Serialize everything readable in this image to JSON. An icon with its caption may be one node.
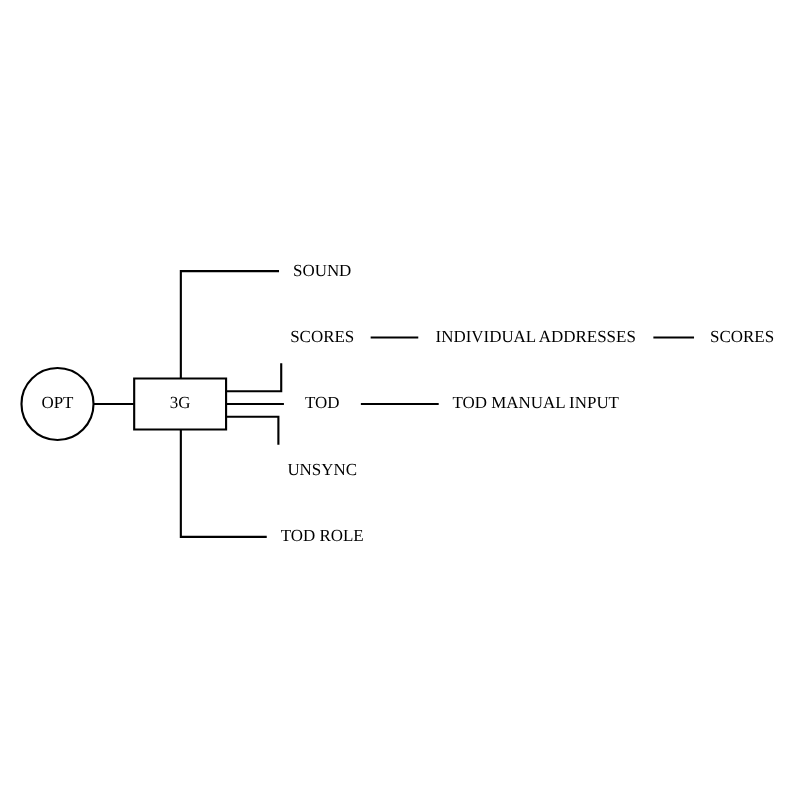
{
  "diagram": {
    "nodes": [
      {
        "text": [
          "OPT"
        ]
      },
      {
        "text": [
          "3G"
        ]
      },
      {
        "text": [
          "SOUND"
        ]
      },
      {
        "text": [
          "SCORES"
        ]
      },
      {
        "text": [
          "INDIVIDUAL ADDRESSES"
        ]
      },
      {
        "text": [
          "SCORES"
        ]
      },
      {
        "text": [
          "TOD"
        ]
      },
      {
        "text": [
          "TOD MANUAL INPUT"
        ]
      },
      {
        "text": [
          "UNSYNC"
        ]
      },
      {
        "text": [
          "TOD ROLE"
        ]
      }
    ],
    "edges": [
      {
        "from": 0,
        "to": 1,
        "arrow": "none"
      },
      {
        "from": 1,
        "to": 2,
        "arrow": "none"
      },
      {
        "from": 1,
        "to": 3,
        "arrow": "none"
      },
      {
        "from": 3,
        "to": 4,
        "arrow": "none"
      },
      {
        "from": 4,
        "to": 5,
        "arrow": "none"
      },
      {
        "from": 1,
        "to": 6,
        "arrow": "none"
      },
      {
        "from": 6,
        "to": 7,
        "arrow": "none"
      },
      {
        "from": 1,
        "to": 8,
        "arrow": "none"
      },
      {
        "from": 1,
        "to": 9,
        "arrow": "none"
      }
    ]
  }
}
